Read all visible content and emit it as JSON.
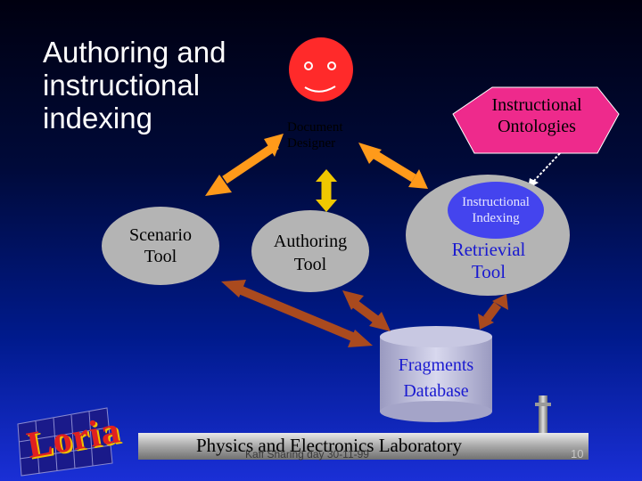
{
  "slide": {
    "title": "Authoring and instructional indexing",
    "title_lines": [
      "Authoring and",
      "instructional",
      "indexing"
    ]
  },
  "diagram": {
    "nodes": {
      "document_designer": {
        "lines": [
          "Document",
          "Designer"
        ]
      },
      "instructional_ontologies": {
        "lines": [
          "Instructional",
          "Ontologies"
        ]
      },
      "scenario_tool": {
        "lines": [
          "Scenario",
          "Tool"
        ]
      },
      "authoring_tool": {
        "lines": [
          "Authoring",
          "Tool"
        ]
      },
      "instructional_indexing": {
        "lines": [
          "Instructional",
          "Indexing"
        ]
      },
      "retrieval_tool": {
        "lines": [
          "Retrievial",
          "Tool"
        ]
      },
      "fragments_database": {
        "lines": [
          "Fragments",
          "Database"
        ]
      }
    },
    "colors": {
      "designer_face": "#ff2a2a",
      "ontologies_pentagon": "#ee2a8c",
      "tool_ellipse": "#b4b4b4",
      "indexing_ellipse": "#4444ee",
      "database": "#bcbcdc",
      "arrow_orange": "#ff9a1a",
      "arrow_yellow": "#f0c800",
      "arrow_brown": "#aa4a1e"
    }
  },
  "footer": {
    "lab_name": "Physics and Electronics Laboratory",
    "subtitle": "Kaff Sharing day 30-11-99",
    "page_number": "10",
    "logo_text": "Loria"
  }
}
